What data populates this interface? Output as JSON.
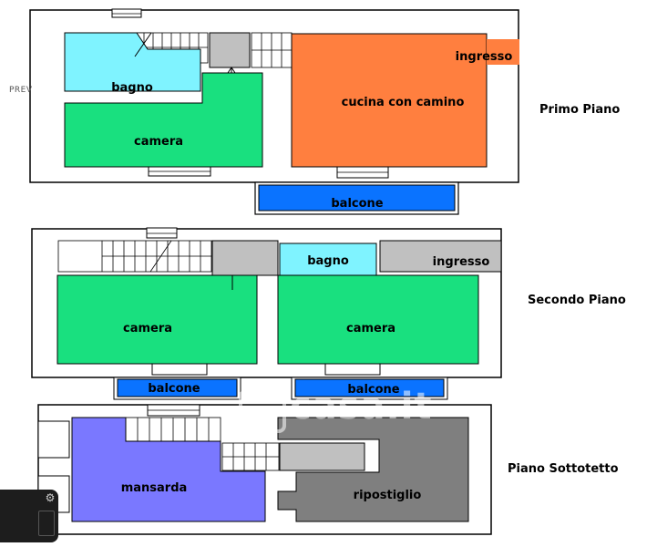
{
  "navigation": {
    "prev_label": "PREV"
  },
  "floors": [
    {
      "title": "Primo Piano"
    },
    {
      "title": "Secondo Piano"
    },
    {
      "title": "Piano Sottotetto"
    }
  ],
  "rooms": {
    "primo_bagno": "bagno",
    "primo_camera": "camera",
    "primo_cucina": "cucina con camino",
    "primo_ingresso": "ingresso",
    "primo_balcone": "balcone",
    "secondo_bagno": "bagno",
    "secondo_ingresso": "ingresso",
    "secondo_camera_left": "camera",
    "secondo_camera_right": "camera",
    "secondo_balcone_left": "balcone",
    "secondo_balcone_right": "balcone",
    "sottotetto_mansarda": "mansarda",
    "sottotetto_ripostiglio": "ripostiglio"
  },
  "colors": {
    "bagno": "#7ff3ff",
    "camera": "#19e07f",
    "cucina": "#ff7f3f",
    "balcone": "#0a73ff",
    "corridor": "#c0c0c0",
    "mansarda": "#7a78ff",
    "ripostiglio": "#7f7f7f"
  },
  "watermark": {
    "text": "casa.it"
  }
}
